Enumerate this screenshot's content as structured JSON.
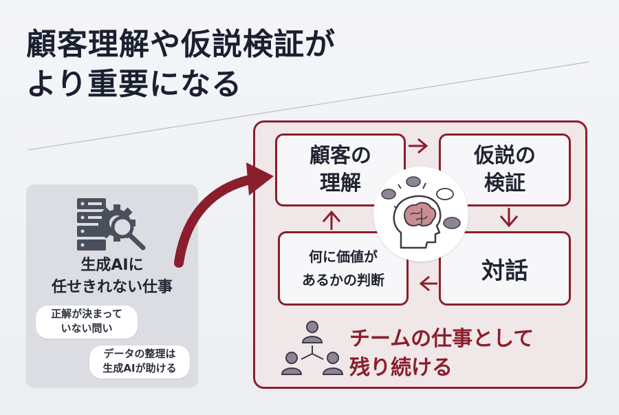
{
  "title": {
    "line1": "顧客理解や仮説検証が",
    "line2": "より重要になる"
  },
  "left_panel": {
    "icon": "server-gear-search-icon",
    "caption_line1": "生成AIに",
    "caption_line2": "任せきれない仕事",
    "bubbles": [
      {
        "line1": "正解が決まって",
        "line2": "いない問い"
      },
      {
        "line1": "データの整理は",
        "line2": "生成AIが助ける"
      }
    ]
  },
  "cycle": {
    "steps": [
      {
        "line1": "顧客の",
        "line2": "理解"
      },
      {
        "line1": "仮説の",
        "line2": "検証"
      },
      {
        "line1": "対話"
      },
      {
        "line1": "何に価値が",
        "line2": "あるかの判断"
      }
    ],
    "center_icon": "brain-head-thinking-icon"
  },
  "team": {
    "icon": "team-icon",
    "line1": "チームの仕事として",
    "line2": "残り続ける"
  },
  "colors": {
    "accent": "#8a1e2c",
    "panel_gray": "#dcdde2",
    "text_dark": "#1f2430"
  }
}
